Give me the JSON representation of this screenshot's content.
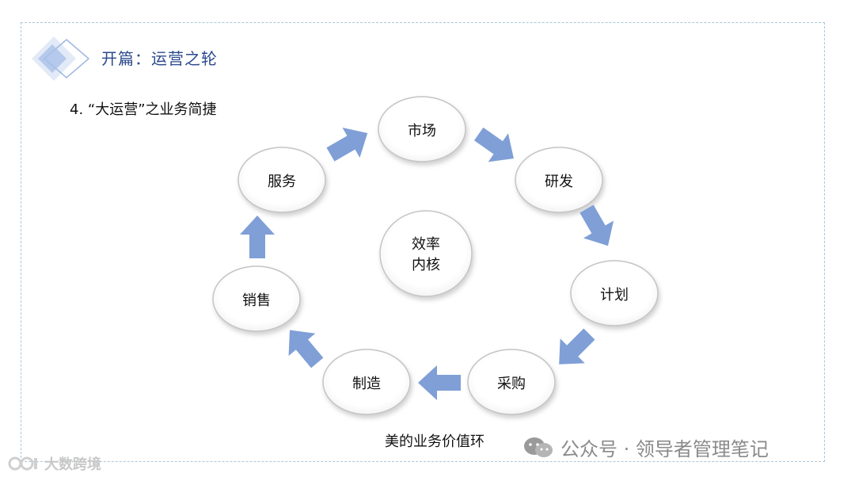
{
  "header": {
    "title": "开篇：运营之轮"
  },
  "subtitle": "4. “大运营”之业务简捷",
  "core": {
    "line1": "效率",
    "line2": "内核"
  },
  "nodes": {
    "market": "市场",
    "rnd": "研发",
    "plan": "计划",
    "purchase": "采购",
    "manufacture": "制造",
    "sales": "销售",
    "service": "服务"
  },
  "caption": "美的业务价值环",
  "watermarks": {
    "right": "公众号 · 领导者管理笔记",
    "left": "大数跨境"
  },
  "colors": {
    "arrow": "#7f9fd6",
    "node_border": "#c5c5c5",
    "frame": "#a9c7dc",
    "title": "#2b4a8c"
  }
}
